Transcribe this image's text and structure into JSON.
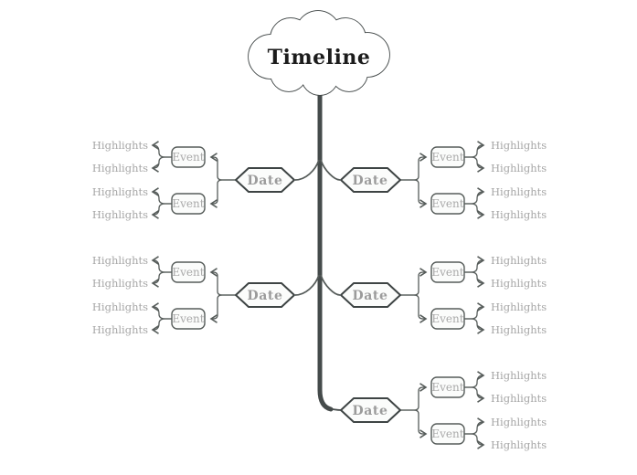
{
  "colors": {
    "trunk": "#454b4b",
    "connector": "#565c5a",
    "node_border": "#3e4444",
    "node_fill": "#fbfcfb",
    "title_text": "#1c1c1c",
    "date_text": "#9b9b9b",
    "event_text": "#a9a9a9",
    "highlight_text": "#a6a6a6"
  },
  "root": {
    "label": "Timeline"
  },
  "branches": [
    {
      "position": "upper-left",
      "date_label": "Date",
      "events": [
        {
          "label": "Event",
          "highlights": [
            "Highlights",
            "Highlights"
          ]
        },
        {
          "label": "Event",
          "highlights": [
            "Highlights",
            "Highlights"
          ]
        }
      ]
    },
    {
      "position": "upper-right",
      "date_label": "Date",
      "events": [
        {
          "label": "Event",
          "highlights": [
            "Highlights",
            "Highlights"
          ]
        },
        {
          "label": "Event",
          "highlights": [
            "Highlights",
            "Highlights"
          ]
        }
      ]
    },
    {
      "position": "middle-left",
      "date_label": "Date",
      "events": [
        {
          "label": "Event",
          "highlights": [
            "Highlights",
            "Highlights"
          ]
        },
        {
          "label": "Event",
          "highlights": [
            "Highlights",
            "Highlights"
          ]
        }
      ]
    },
    {
      "position": "middle-right",
      "date_label": "Date",
      "events": [
        {
          "label": "Event",
          "highlights": [
            "Highlights",
            "Highlights"
          ]
        },
        {
          "label": "Event",
          "highlights": [
            "Highlights",
            "Highlights"
          ]
        }
      ]
    },
    {
      "position": "bottom-right",
      "date_label": "Date",
      "events": [
        {
          "label": "Event",
          "highlights": [
            "Highlights",
            "Highlights"
          ]
        },
        {
          "label": "Event",
          "highlights": [
            "Highlights",
            "Highlights"
          ]
        }
      ]
    }
  ]
}
